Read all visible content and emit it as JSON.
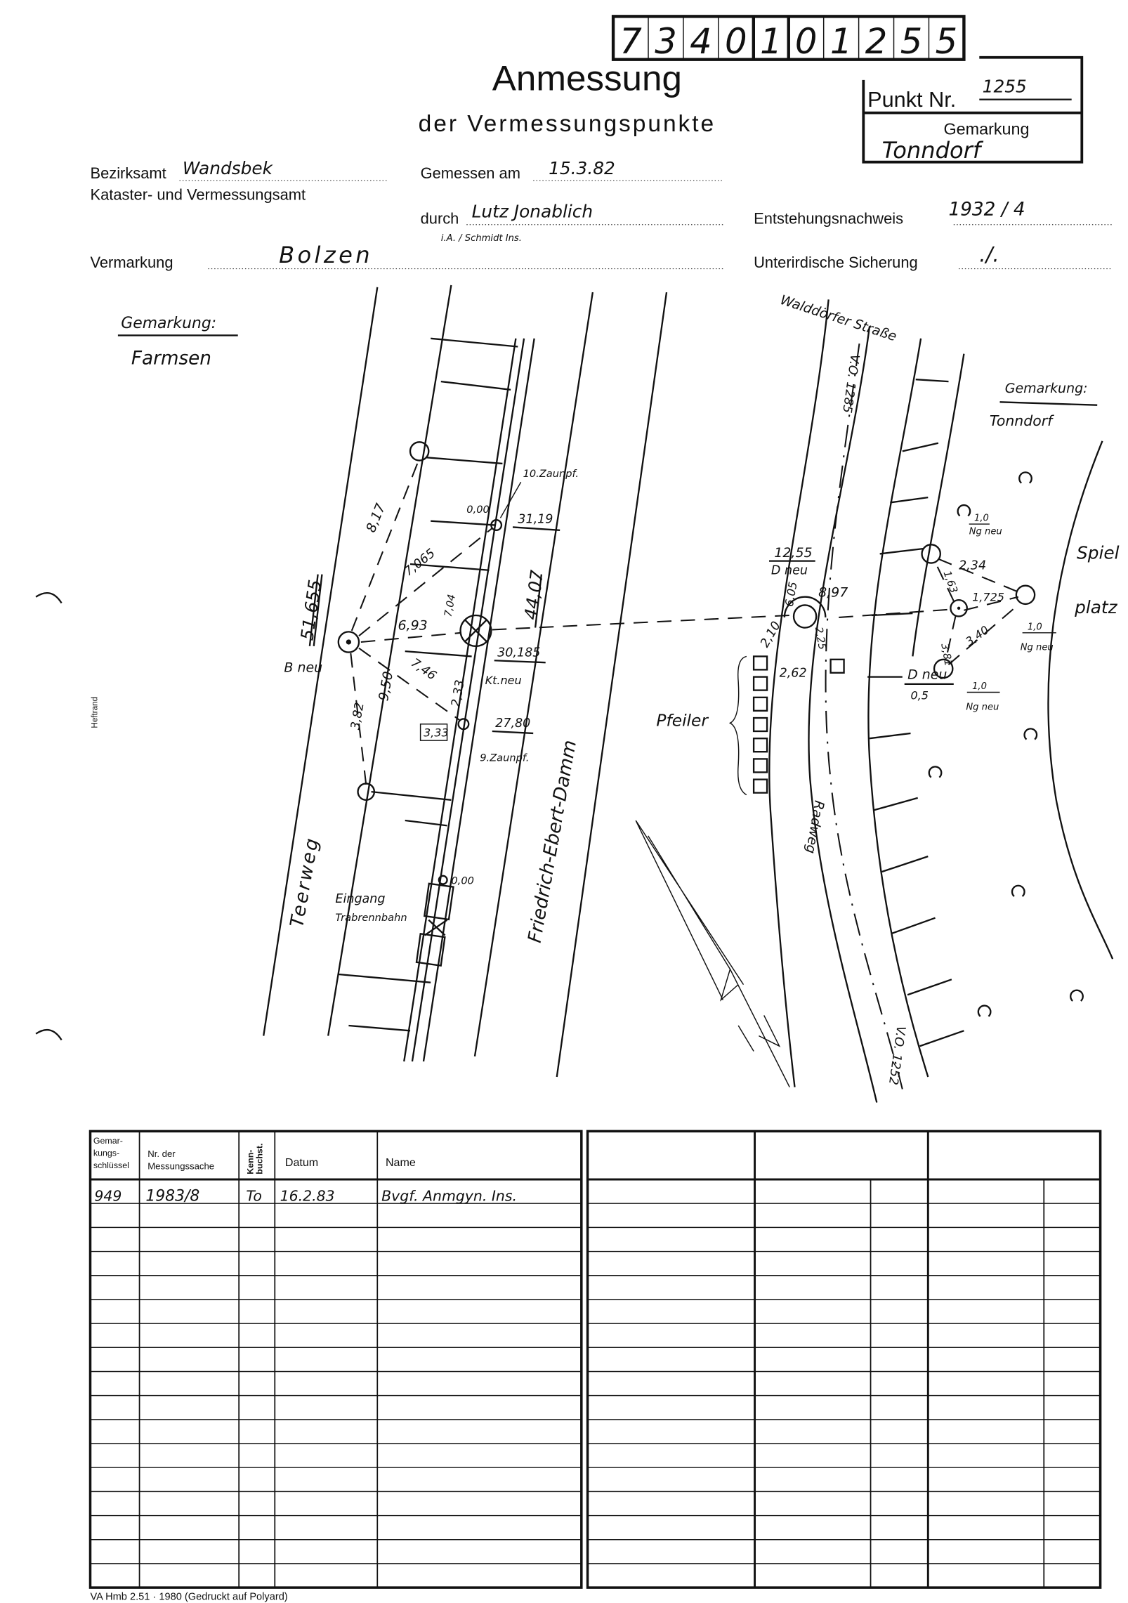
{
  "header": {
    "number_digits": [
      "7",
      "3",
      "4",
      "0",
      "1",
      "0",
      "1",
      "2",
      "5",
      "5"
    ],
    "title": "Anmessung",
    "subtitle": "der Vermessungspunkte",
    "punkt_label": "Punkt Nr.",
    "punkt_value": "1255",
    "gemarkung_label": "Gemarkung",
    "gemarkung_value": "Tonndorf"
  },
  "fields": {
    "bezirksamt_label": "Bezirksamt",
    "bezirksamt_value": "Wandsbek",
    "kataster_label": "Kataster- und Vermessungsamt",
    "gemessen_label": "Gemessen am",
    "gemessen_value": "15.3.82",
    "durch_label": "durch",
    "durch_value": "Lutz Jonablich",
    "durch_note": "i.A. / Schmidt Ins.",
    "entstehung_label": "Entstehungsnachweis",
    "entstehung_value": "1932 / 4",
    "vermarkung_label": "Vermarkung",
    "vermarkung_value": "Bolzen",
    "sicherung_label": "Unterirdische Sicherung",
    "sicherung_value": "./."
  },
  "drawing": {
    "gem_left_label": "Gemarkung:",
    "gem_left_value": "Farmsen",
    "gem_right_label": "Gemarkung:",
    "gem_right_value": "Tonndorf",
    "street_walddoerfer": "Walddörfer Straße",
    "street_teerweg": "Teerweg",
    "street_friedrich": "Friedrich-Ebert-Damm",
    "street_radweg": "Radweg",
    "vo_top": "V.O. 1285",
    "vo_bottom": "V.O. 1252",
    "spiel": "Spiel",
    "platz": "platz",
    "pfeiler": "Pfeiler",
    "eingang": "Eingang",
    "trabrennbahn": "Trabrennbahn",
    "zaun10": "10.Zaunpf.",
    "zaun9": "9.Zaunpf.",
    "b_neu": "B neu",
    "kt_neu": "Kt.neu",
    "d_neu_top": "D neu",
    "d_neu_bottom": "D neu",
    "d_neu_bottom_value": "0,5",
    "ng_neu_1": "Ng neu",
    "ng_neu_2": "Ng neu",
    "ng_neu_3": "Ng neu",
    "ng_value_1": "1,0",
    "ng_value_2": "1,0",
    "ng_value_3": "1,0",
    "heftrand": "Heftrand",
    "measures": {
      "m51655": "51,655",
      "m817": "8,17",
      "m7065": "7,065",
      "m693": "6,93",
      "m950": "9,50",
      "m746": "7,46",
      "m233": "2,33",
      "m382": "3,82",
      "m4407": "44,07",
      "m3119": "31,19",
      "m000a": "0,00",
      "m000b": "0,00",
      "m30185": "30,185",
      "m2780": "27,80",
      "m333": "3,33",
      "m704": "7,04",
      "m1255": "12,55",
      "m897": "8,97",
      "m210": "2,10",
      "m262": "2,62",
      "m605": "6,05",
      "m225": "2,25",
      "m234": "2,34",
      "m163": "1,63",
      "m1725": "1,725",
      "m340": "3,40",
      "m381": "3,81"
    }
  },
  "table": {
    "headers": [
      "Gemar-kungs-schlüssel",
      "Nr. der Messungssache",
      "Kenn-buchst.",
      "Datum",
      "Name"
    ],
    "rows": [
      [
        "949",
        "1983/8",
        "To",
        "16.2.83",
        "Bvgf. Anmgyn. Ins."
      ]
    ]
  },
  "footer": "VA Hmb 2.51 · 1980 (Gedruckt auf Polyard)"
}
